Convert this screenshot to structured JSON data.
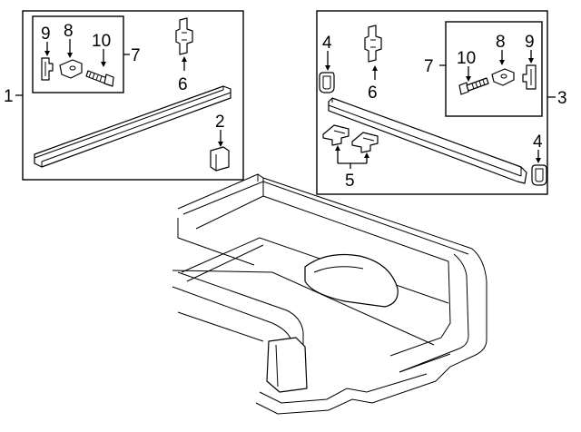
{
  "diagram": {
    "callouts": {
      "left_panel": "1",
      "left_rail_end_cap": "2",
      "right_panel": "3",
      "right_rail_end_cap": "4",
      "right_rail_end_cap_b": "4",
      "support_brackets": "5",
      "left_clip": "6",
      "right_clip": "6",
      "left_hardware_kit": "7",
      "right_hardware_kit": "7",
      "left_retainer": "9",
      "left_spacer": "8",
      "left_bolt": "10",
      "right_retainer": "9",
      "right_spacer": "8",
      "right_bolt": "10"
    }
  }
}
